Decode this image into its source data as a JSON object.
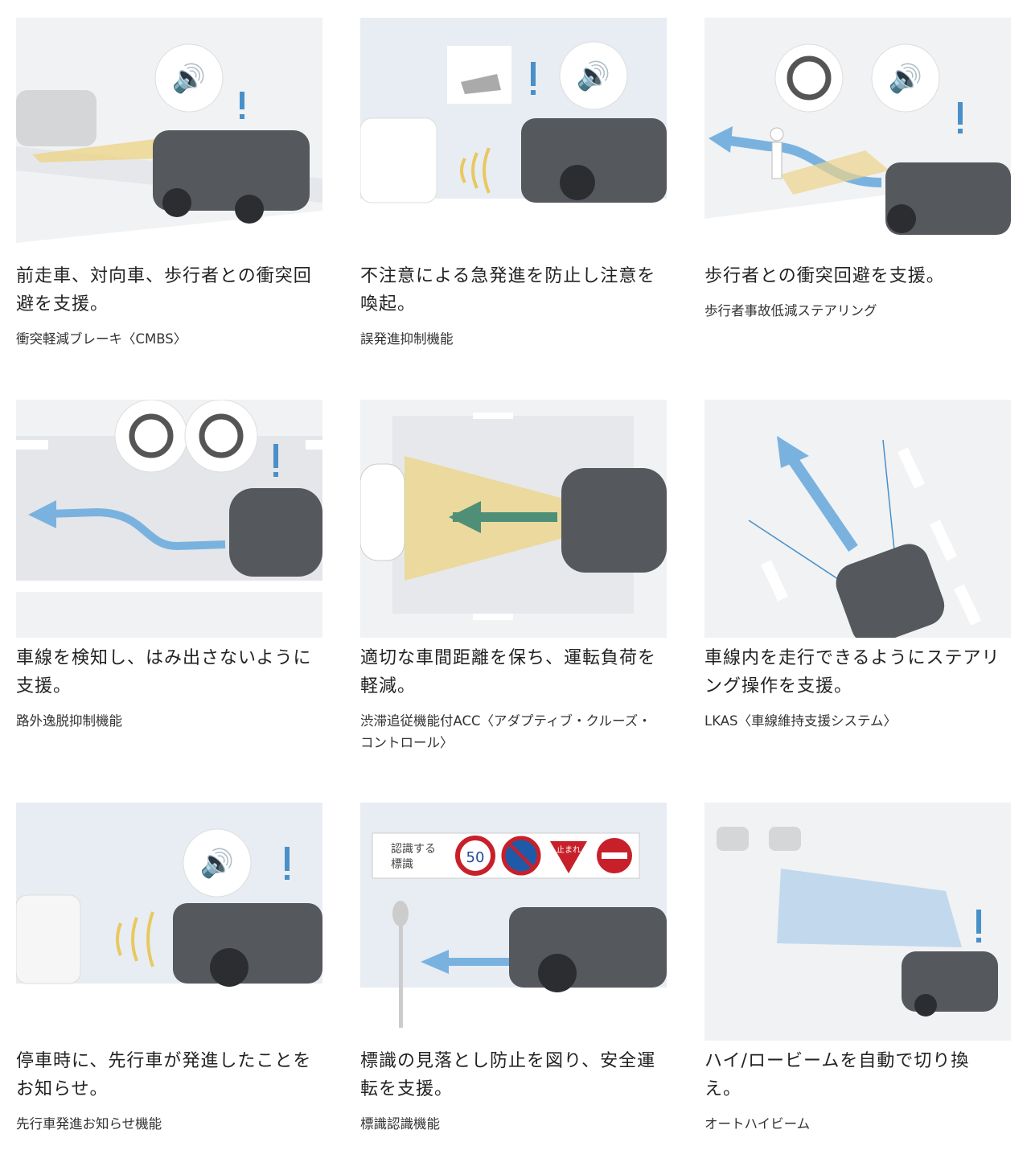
{
  "cards": [
    {
      "heading": "前走車、対向車、歩行者との衝突回避を支援。",
      "feature": "衝突軽減ブレーキ〈CMBS〉",
      "icons": [
        "sound-bubble-icon",
        "exclamation-icon"
      ]
    },
    {
      "heading": "不注意による急発進を防止し注意を喚起。",
      "feature": "誤発進抑制機能",
      "icons": [
        "pedal-icon",
        "sound-bubble-icon",
        "exclamation-icon"
      ]
    },
    {
      "heading": "歩行者との衝突回避を支援。",
      "feature": "歩行者事故低減ステアリング",
      "icons": [
        "steering-wheel-icon",
        "sound-bubble-icon",
        "exclamation-icon"
      ]
    },
    {
      "heading": "車線を検知し、はみ出さないように支援。",
      "feature": "路外逸脱抑制機能",
      "icons": [
        "steering-wheel-icon",
        "vibrating-steering-wheel-icon",
        "exclamation-icon"
      ]
    },
    {
      "heading": "適切な車間距離を保ち、運転負荷を軽減。",
      "feature": "渋滞追従機能付ACC〈アダプティブ・クルーズ・コントロール〉",
      "icons": [
        "arrow-left-icon"
      ]
    },
    {
      "heading": "車線内を走行できるようにステアリング操作を支援。",
      "feature": "LKAS〈車線維持支援システム〉",
      "icons": [
        "arrow-up-icon"
      ]
    },
    {
      "heading": "停車時に、先行車が発進したことをお知らせ。",
      "feature": "先行車発進お知らせ機能",
      "icons": [
        "sound-bubble-icon",
        "exclamation-icon"
      ]
    },
    {
      "heading": "標識の見落とし防止を図り、安全運転を支援。",
      "feature": "標識認識機能",
      "signs": {
        "caption_line1": "認識する",
        "caption_line2": "標識",
        "speed_limit": "50",
        "stop_sign": "止まれ"
      }
    },
    {
      "heading": "ハイ/ロービームを自動で切り換え。",
      "feature": "オートハイビーム",
      "icons": [
        "exclamation-icon"
      ]
    }
  ],
  "colors": {
    "accent_blue": "#4a90c8",
    "sensor_yellow": "#e8c860",
    "car_gray": "#55585c",
    "background": "#f1f2f4"
  }
}
